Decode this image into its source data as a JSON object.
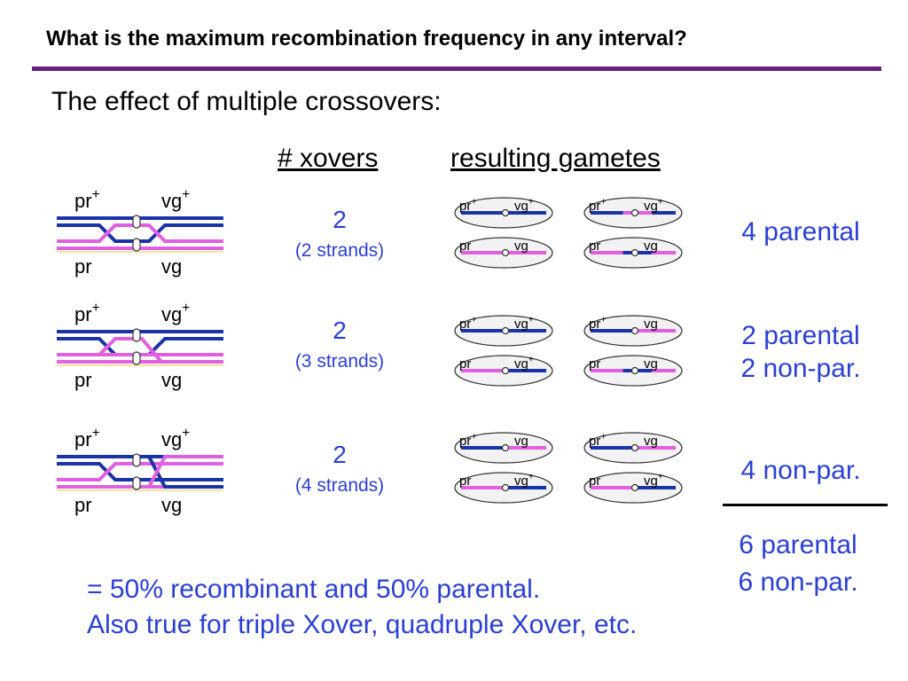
{
  "title": "What is the maximum recombination frequency in any interval?",
  "subtitle": "The effect of multiple crossovers:",
  "columns": {
    "xovers": "# xovers",
    "gametes": "resulting gametes"
  },
  "labels": {
    "pr_plus": "pr",
    "vg_plus": "vg",
    "plus": "+",
    "pr": "pr",
    "vg": "vg"
  },
  "rows": [
    {
      "xovers": "2",
      "strands": "(2 strands)",
      "result": [
        "4 parental"
      ]
    },
    {
      "xovers": "2",
      "strands": "(3 strands)",
      "result": [
        "2 parental",
        "2 non-par."
      ]
    },
    {
      "xovers": "2",
      "strands": "(4 strands)",
      "result": [
        "4 non-par."
      ]
    }
  ],
  "summary": [
    "6 parental",
    "6 non-par."
  ],
  "footer": [
    "= 50% recombinant and 50% parental.",
    "Also true for triple Xover, quadruple Xover, etc."
  ],
  "colors": {
    "blue_strand": "#1a34a8",
    "pink_strand": "#e060e0",
    "accent_rule": "#6b1f7c",
    "text_blue": "#2a3fd4"
  }
}
